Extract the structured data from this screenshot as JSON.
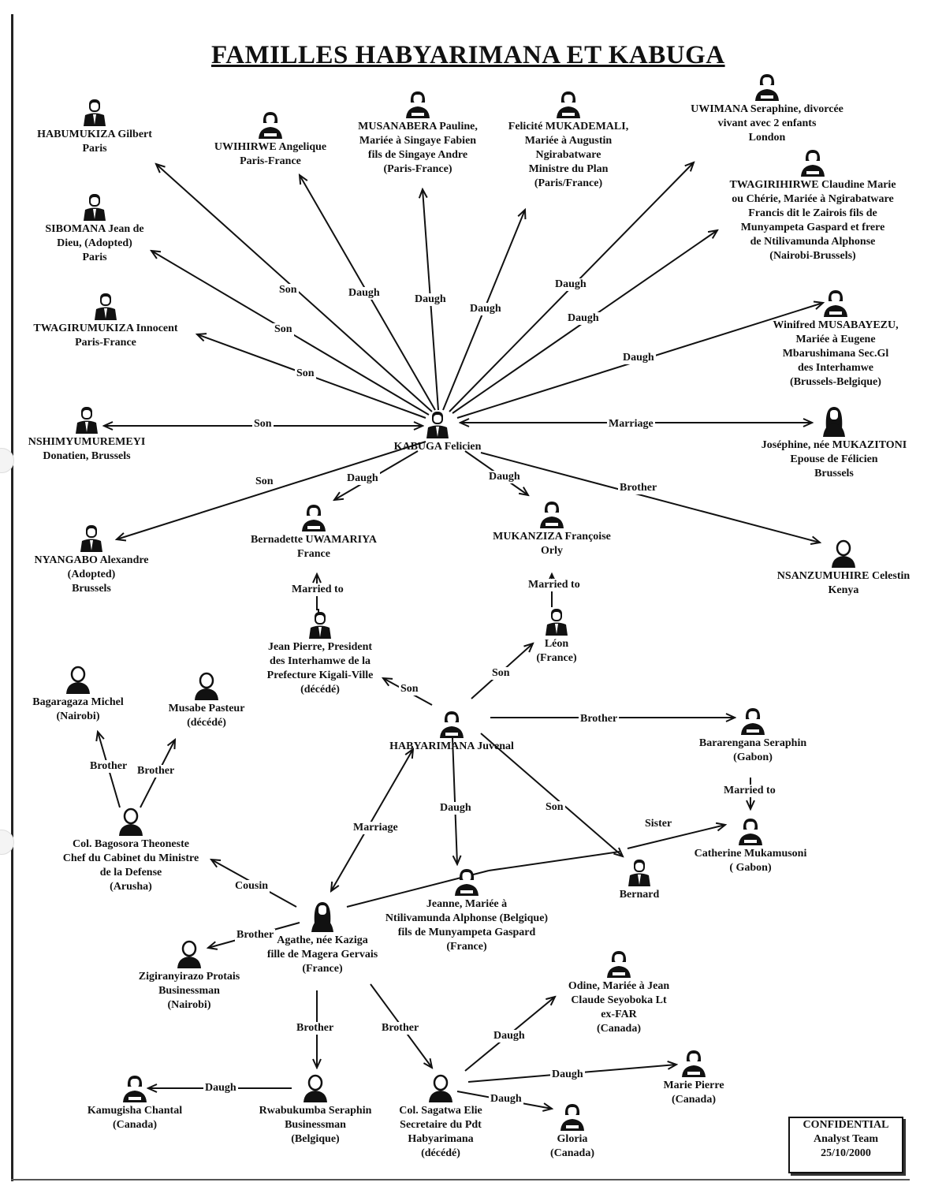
{
  "title": "FAMILLES HABYARIMANA ET KABUGA",
  "stamp": {
    "line1": "CONFIDENTIAL",
    "line2": "Analyst Team",
    "line3": "25/10/2000"
  },
  "nodes": {
    "habumukiza": {
      "label": "HABUMUKIZA Gilbert\nParis",
      "gender": "male"
    },
    "uwihirwe": {
      "label": "UWIHIRWE Angelique\nParis-France",
      "gender": "female"
    },
    "musanabera": {
      "label": "MUSANABERA Pauline,\nMariée à Singaye Fabien\nfils de Singaye Andre\n(Paris-France)",
      "gender": "female"
    },
    "mukademali": {
      "label": "Felicité MUKADEMALI,\nMariée à Augustin\nNgirabatware\nMinistre du Plan\n(Paris/France)",
      "gender": "female"
    },
    "uwimana": {
      "label": "UWIMANA Seraphine, divorcée\nvivant avec 2 enfants\nLondon",
      "gender": "female"
    },
    "twagirihirwe": {
      "label": "TWAGIRIHIRWE Claudine Marie\nou Chérie, Mariée à Ngirabatware\nFrancis dit le Zairois fils de\nMunyampeta Gaspard et frere\nde Ntilivamunda Alphonse\n(Nairobi-Brussels)",
      "gender": "female"
    },
    "sibomana": {
      "label": "SIBOMANA Jean de\nDieu, (Adopted)\nParis",
      "gender": "male"
    },
    "twagirumukiza": {
      "label": "TWAGIRUMUKIZA Innocent\nParis-France",
      "gender": "male"
    },
    "musabayezu": {
      "label": "Winifred MUSABAYEZU,\nMariée à Eugene\nMbarushimana Sec.Gl\ndes Interhamwe\n(Brussels-Belgique)",
      "gender": "female"
    },
    "nshimyumuremeyi": {
      "label": "NSHIMYUMUREMEYI\nDonatien, Brussels",
      "gender": "male"
    },
    "kabuga": {
      "label": "KABUGA Felicien",
      "gender": "male"
    },
    "josephine": {
      "label": "Joséphine, née MUKAZITONI\nEpouse de Félicien\nBrussels",
      "gender": "female-long"
    },
    "nyangabo": {
      "label": "NYANGABO Alexandre\n(Adopted)\nBrussels",
      "gender": "male"
    },
    "uwamariya": {
      "label": "Bernadette UWAMARIYA\nFrance",
      "gender": "female"
    },
    "mukanziza": {
      "label": "MUKANZIZA Françoise\nOrly",
      "gender": "female"
    },
    "nsanzumuhire": {
      "label": "NSANZUMUHIRE Celestin\nKenya",
      "gender": "unknown"
    },
    "jeanpierre": {
      "label": "Jean Pierre, President\ndes Interhamwe de la\nPrefecture Kigali-Ville\n(décédé)",
      "gender": "male"
    },
    "leon": {
      "label": "Léon\n(France)",
      "gender": "male"
    },
    "bagaragaza": {
      "label": "Bagaragaza Michel\n(Nairobi)",
      "gender": "unknown"
    },
    "musabe": {
      "label": "Musabe Pasteur\n(décédé)",
      "gender": "unknown"
    },
    "habyarimana": {
      "label": "HABYARIMANA Juvenal",
      "gender": "female"
    },
    "bararengana": {
      "label": "Bararengana Seraphin\n(Gabon)",
      "gender": "female"
    },
    "bagosora": {
      "label": "Col. Bagosora Theoneste\nChef du Cabinet du Ministre\nde la Defense\n(Arusha)",
      "gender": "unknown"
    },
    "catherine": {
      "label": "Catherine Mukamusoni\n( Gabon)",
      "gender": "female"
    },
    "jeanne": {
      "label": "Jeanne, Mariée à\nNtilivamunda Alphonse (Belgique)\nfils de Munyampeta Gaspard\n(France)",
      "gender": "female"
    },
    "bernard": {
      "label": "Bernard",
      "gender": "male"
    },
    "agathe": {
      "label": "Agathe, née Kaziga\nfille de Magera Gervais\n(France)",
      "gender": "female-long"
    },
    "zigiranyirazo": {
      "label": "Zigiranyirazo Protais\nBusinessman\n(Nairobi)",
      "gender": "unknown"
    },
    "odine": {
      "label": "Odine, Mariée à Jean\nClaude Seyoboka Lt\nex-FAR\n(Canada)",
      "gender": "female"
    },
    "kamugisha": {
      "label": "Kamugisha Chantal\n(Canada)",
      "gender": "female"
    },
    "rwabukumba": {
      "label": "Rwabukumba Seraphin\nBusinessman\n(Belgique)",
      "gender": "unknown"
    },
    "sagatwa": {
      "label": "Col. Sagatwa Elie\nSecretaire du Pdt\nHabyarimana\n(décédé)",
      "gender": "unknown"
    },
    "gloria": {
      "label": "Gloria\n(Canada)",
      "gender": "female"
    },
    "mariepierre": {
      "label": "Marie Pierre\n(Canada)",
      "gender": "female"
    }
  },
  "edges": [
    {
      "id": "k-habumukiza",
      "label": "Son"
    },
    {
      "id": "k-uwihirwe",
      "label": "Daugh"
    },
    {
      "id": "k-musanabera",
      "label": "Daugh"
    },
    {
      "id": "k-mukademali",
      "label": "Daugh"
    },
    {
      "id": "k-uwimana",
      "label": "Daugh"
    },
    {
      "id": "k-twagirihirwe",
      "label": "Daugh"
    },
    {
      "id": "k-sibomana",
      "label": "Son"
    },
    {
      "id": "k-twagirumukiza",
      "label": "Son"
    },
    {
      "id": "k-musabayezu",
      "label": "Daugh"
    },
    {
      "id": "k-nshimyumuremeyi",
      "label": "Son"
    },
    {
      "id": "k-josephine",
      "label": "Marriage"
    },
    {
      "id": "k-nyangabo",
      "label": "Son"
    },
    {
      "id": "k-uwamariya",
      "label": "Daugh"
    },
    {
      "id": "k-mukanziza",
      "label": "Daugh"
    },
    {
      "id": "k-nsanzumuhire",
      "label": "Brother"
    },
    {
      "id": "jp-uwamariya",
      "label": "Married to"
    },
    {
      "id": "leon-mukanziza",
      "label": "Married to"
    },
    {
      "id": "h-jeanpierre",
      "label": "Son"
    },
    {
      "id": "h-leon",
      "label": "Son"
    },
    {
      "id": "h-bararengana",
      "label": "Brother"
    },
    {
      "id": "bar-catherine",
      "label": "Married to"
    },
    {
      "id": "h-jeanne",
      "label": "Daugh"
    },
    {
      "id": "h-bernard",
      "label": "Son"
    },
    {
      "id": "bernard-catherine",
      "label": "Sister"
    },
    {
      "id": "h-agathe",
      "label": "Marriage"
    },
    {
      "id": "bag-bagaragaza",
      "label": "Brother"
    },
    {
      "id": "bag-musabe",
      "label": "Brother"
    },
    {
      "id": "agathe-bagosora",
      "label": "Cousin"
    },
    {
      "id": "agathe-zigiranyirazo",
      "label": "Brother"
    },
    {
      "id": "agathe-rwabukumba",
      "label": "Brother"
    },
    {
      "id": "agathe-sagatwa",
      "label": "Brother"
    },
    {
      "id": "rw-kamugisha",
      "label": "Daugh"
    },
    {
      "id": "sag-odine",
      "label": "Daugh"
    },
    {
      "id": "sag-mariepierre",
      "label": "Daugh"
    },
    {
      "id": "sag-gloria",
      "label": "Daugh"
    }
  ]
}
